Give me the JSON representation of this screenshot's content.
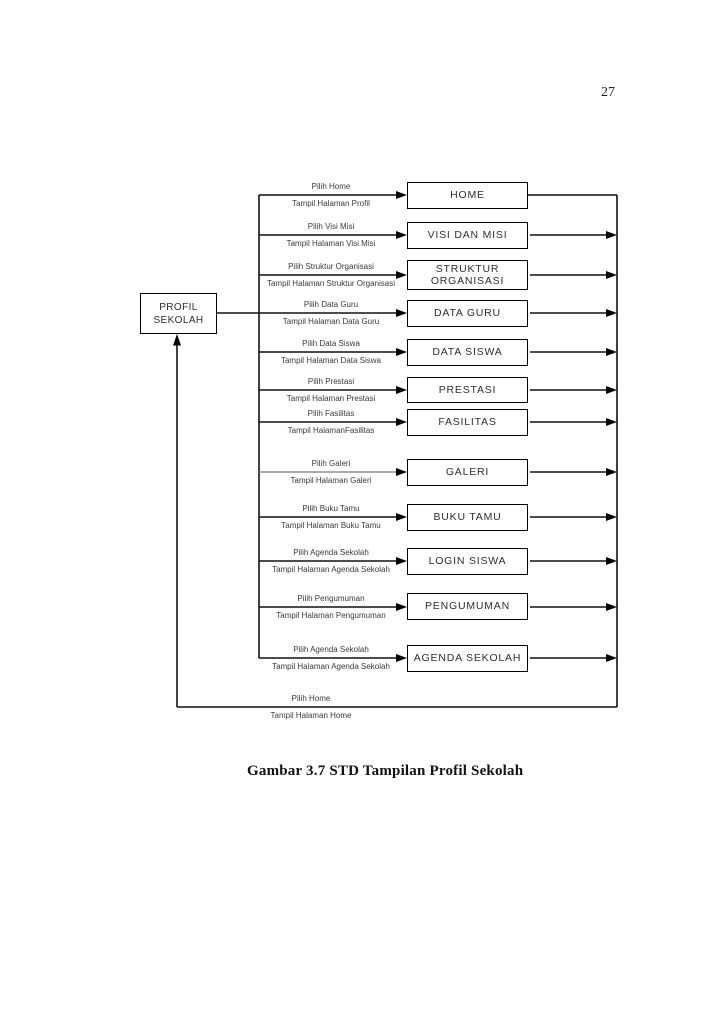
{
  "page": {
    "number": "27",
    "caption": "Gambar 3.7 STD Tampilan Profil Sekolah"
  },
  "colors": {
    "ink": "#000000"
  },
  "diagram": {
    "source_state": "PROFIL SEKOLAH",
    "rows": [
      {
        "state": "HOME",
        "event": "Pilih Home",
        "action": "Tampil Halaman Profil"
      },
      {
        "state": "VISI DAN MISI",
        "event": "Pilih Visi Misi",
        "action": "Tampil Halaman Visi Misi"
      },
      {
        "state": "STRUKTUR ORGANISASI",
        "event": "Pilih Struktur Organisasi",
        "action": "Tampil Halaman Struktur Organisasi"
      },
      {
        "state": "DATA GURU",
        "event": "Pilih Data Guru",
        "action": "Tampil Halaman Data Guru"
      },
      {
        "state": "DATA SISWA",
        "event": "Pilih Data Siswa",
        "action": "Tampil Halaman Data Siswa"
      },
      {
        "state": "PRESTASI",
        "event": "Pilih Prestasi",
        "action": "Tampil Halaman Prestasi"
      },
      {
        "state": "FASILITAS",
        "event": "Pilih Fasilitas",
        "action": "Tampil HalamanFasilitas"
      },
      {
        "state": "GALERI",
        "event": "Pilih Galeri",
        "action": "Tampil Halaman Galeri"
      },
      {
        "state": "BUKU TAMU",
        "event": "Pilih Buku Tamu",
        "action": "Tampil Halaman Buku Tamu"
      },
      {
        "state": "LOGIN SISWA",
        "event": "Pilih Agenda Sekolah",
        "action": "Tampil Halaman Agenda Sekolah"
      },
      {
        "state": "PENGUMUMAN",
        "event": "Pilih Pengumuman",
        "action": "Tampil Halaman Pengumuman"
      },
      {
        "state": "AGENDA SEKOLAH",
        "event": "Pilih Agenda Sekolah",
        "action": "Tampil Halaman Agenda Sekolah"
      }
    ],
    "return_transition": {
      "event": "Pilih Home",
      "action": "Tampil Halaman Home"
    }
  }
}
